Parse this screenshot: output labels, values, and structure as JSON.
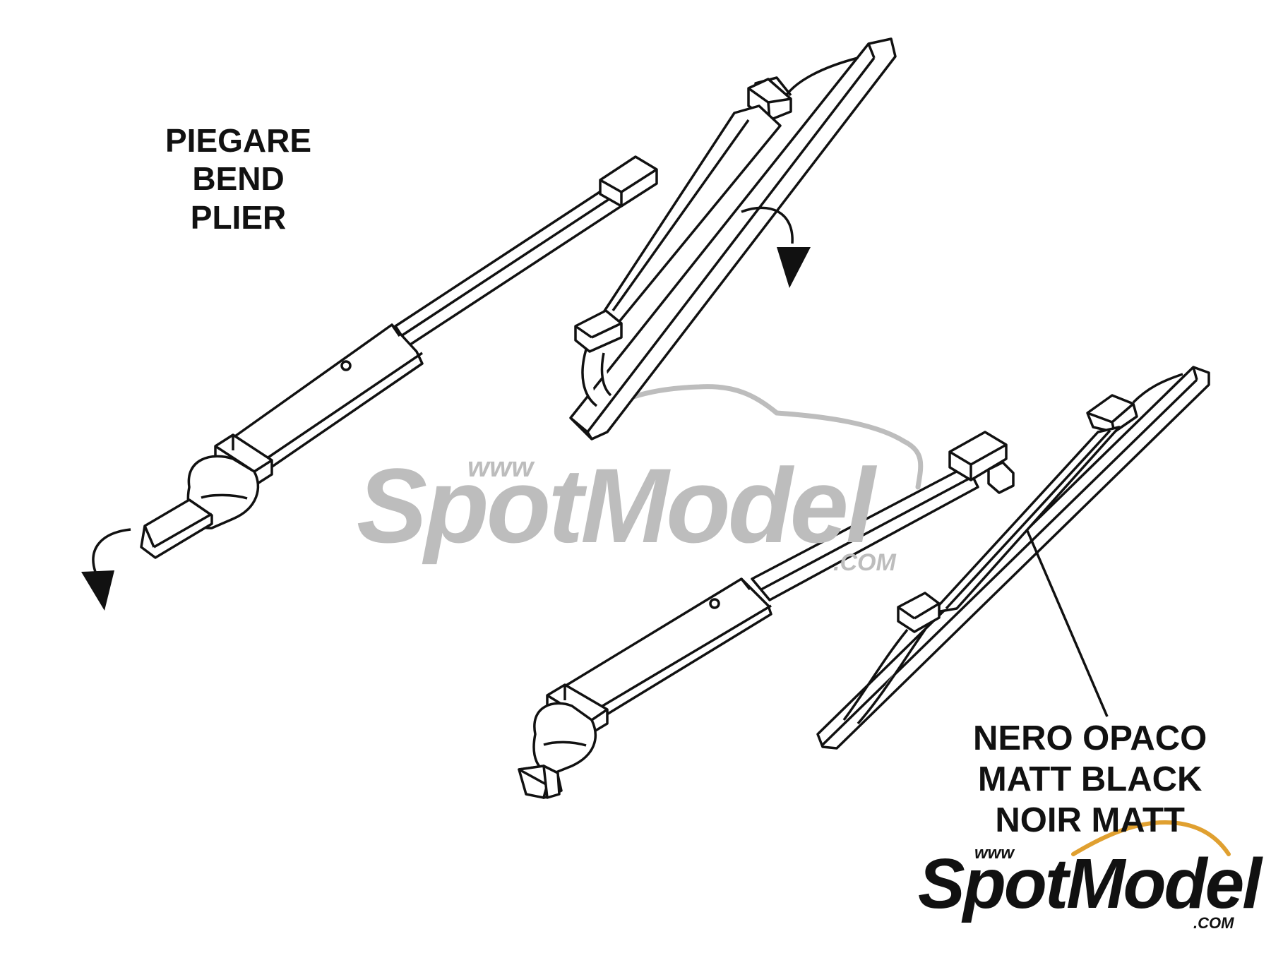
{
  "labels": {
    "bend": [
      "PIEGARE",
      "BEND",
      "PLIER"
    ],
    "paint": [
      "NERO OPACO",
      "MATT BLACK",
      "NOIR MATT"
    ]
  },
  "watermark": {
    "center": {
      "prefix": "www",
      "name": "SpotModel",
      "suffix": ".COM"
    },
    "corner": {
      "prefix": "www",
      "name": "SpotModel",
      "suffix": ".COM"
    }
  },
  "colors": {
    "line": "#111111",
    "watermark_center": "#bdbdbd",
    "watermark_corner": "#111111",
    "watermark_accent": "#e0a030"
  }
}
